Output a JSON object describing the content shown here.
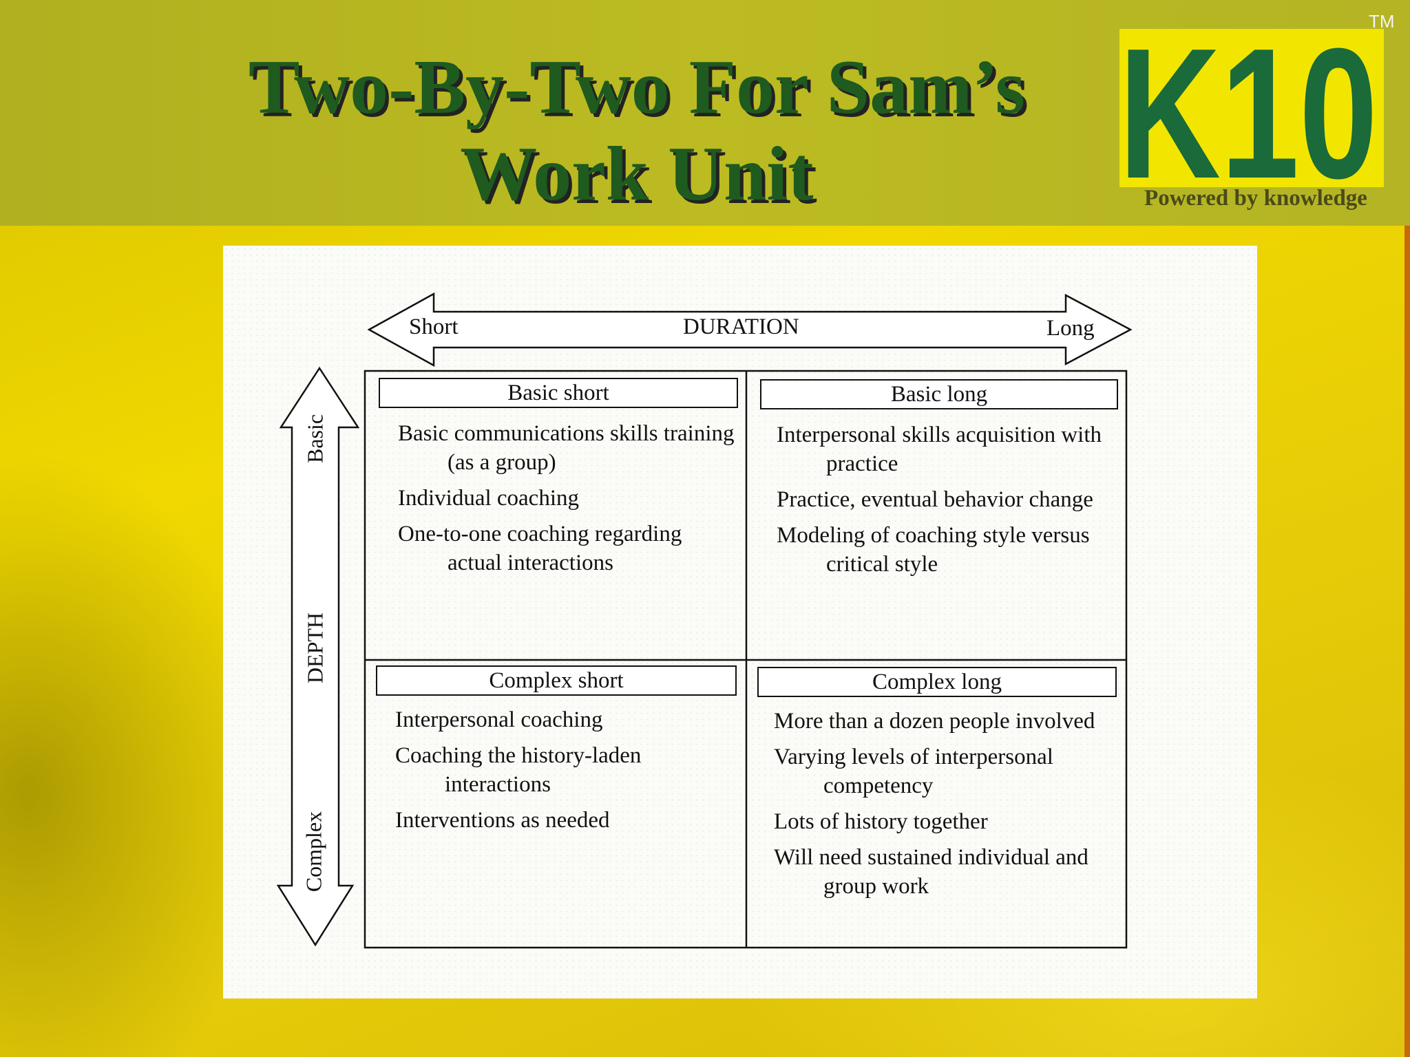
{
  "title": {
    "line1": "Two-By-Two For Sam’s",
    "line2": "Work Unit"
  },
  "logo": {
    "mark_text": "K10",
    "trademark": "TM",
    "tagline": "Powered by knowledge",
    "colors": {
      "green": "#1a6a3a",
      "yellow": "#f2e600"
    }
  },
  "diagram": {
    "duration_axis": {
      "label": "DURATION",
      "left": "Short",
      "right": "Long"
    },
    "depth_axis": {
      "label": "DEPTH",
      "top": "Basic",
      "bottom": "Complex"
    },
    "quadrants": {
      "basic_short": {
        "title": "Basic short",
        "items": [
          "Basic communications skills training (as a group)",
          "Individual coaching",
          "One-to-one coaching regarding actual interactions"
        ]
      },
      "basic_long": {
        "title": "Basic long",
        "items": [
          "Interpersonal skills acquisition with practice",
          "Practice, eventual behavior change",
          "Modeling of coaching style versus critical style"
        ]
      },
      "complex_short": {
        "title": "Complex short",
        "items": [
          "Interpersonal coaching",
          "Coaching the history-laden interactions",
          "Interventions as needed"
        ]
      },
      "complex_long": {
        "title": "Complex long",
        "items": [
          "More than a dozen people involved",
          "Varying levels of interpersonal competency",
          "Lots of history together",
          "Will need sustained individual and group work"
        ]
      }
    }
  }
}
